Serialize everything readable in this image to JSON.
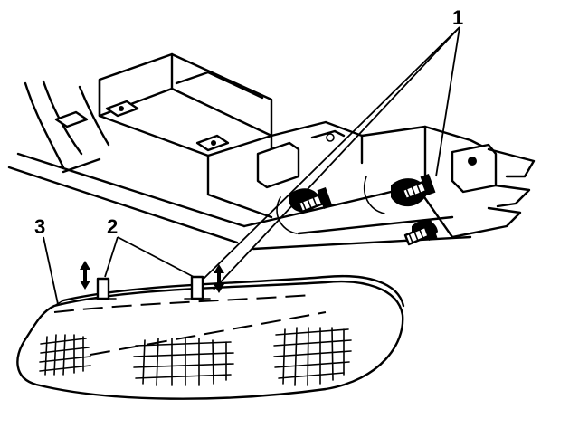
{
  "callouts": [
    {
      "id": "1",
      "label": "1"
    },
    {
      "id": "2",
      "label": "2"
    },
    {
      "id": "3",
      "label": "3"
    }
  ],
  "parts": {
    "bolts": "1",
    "alignment_pins": "2",
    "headlamp_assembly": "3"
  }
}
